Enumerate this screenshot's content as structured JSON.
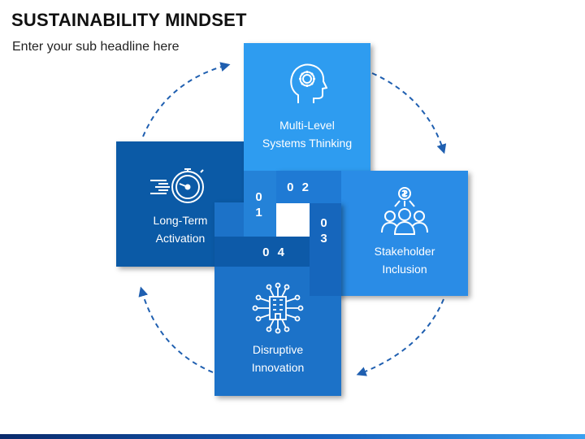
{
  "title": "SUSTAINABILITY MINDSET",
  "subtitle": "Enter your sub headline here",
  "cards": [
    {
      "number": "0\n1",
      "label": "Multi-Level\nSystems Thinking",
      "icon": "head-gear-icon",
      "color": "#2e9cf0"
    },
    {
      "number": "0 2",
      "label": "Stakeholder\nInclusion",
      "icon": "stakeholder-group-icon",
      "color": "#2a8ce6"
    },
    {
      "number": "0\n3",
      "label": "Disruptive\nInnovation",
      "icon": "network-building-icon",
      "color": "#1c72c8"
    },
    {
      "number": "0 4",
      "label": "Long-Term\nActivation",
      "icon": "stopwatch-icon",
      "color": "#0b5aa6"
    }
  ],
  "colors": {
    "arrow": "#1f5fb0",
    "card1": "#2e9cf0",
    "card2": "#2a8ce6",
    "card3": "#1c72c8",
    "card4": "#0b5aa6"
  }
}
